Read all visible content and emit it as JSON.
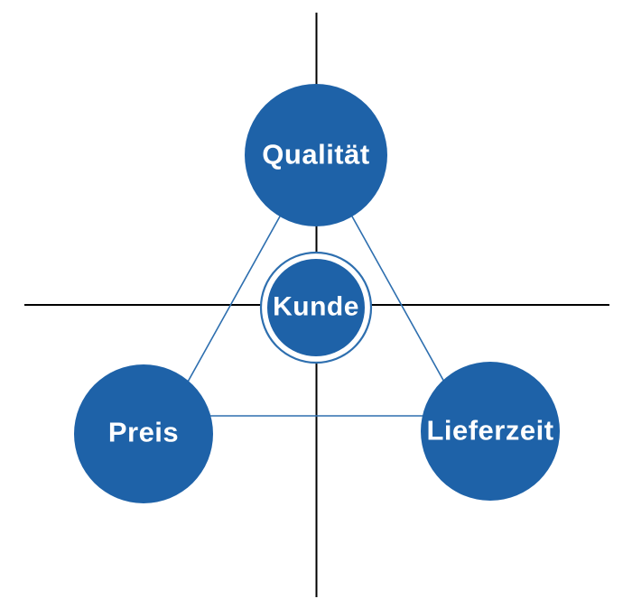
{
  "diagram": {
    "type": "magic-triangle",
    "description_labels": {
      "top_node": "Qualität",
      "bottom_left_node": "Preis",
      "bottom_right_node": "Lieferzeit",
      "center_node": "Kunde"
    },
    "nodes": [
      {
        "id": "qualitaet",
        "label": "Qualität",
        "position": "top"
      },
      {
        "id": "preis",
        "label": "Preis",
        "position": "bottom-left"
      },
      {
        "id": "lieferzeit",
        "label": "Lieferzeit",
        "position": "bottom-right"
      }
    ],
    "center_node": {
      "id": "kunde",
      "label": "Kunde"
    },
    "connections": [
      [
        "qualitaet",
        "preis"
      ],
      [
        "preis",
        "lieferzeit"
      ],
      [
        "lieferzeit",
        "qualitaet"
      ]
    ],
    "colors": {
      "node_fill": "#1E62A8",
      "node_text": "#FFFFFF",
      "connector_line": "#2E6FAF",
      "axis_line": "#000000",
      "background": "#FFFFFF",
      "center_ring_gap": "#FFFFFF"
    }
  }
}
